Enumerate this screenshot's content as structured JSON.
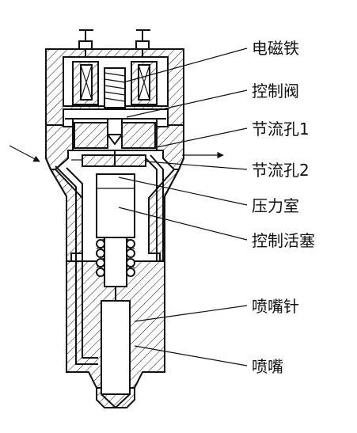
{
  "labels": {
    "electromagnet": "电磁铁",
    "control_valve": "控制阀",
    "orifice_1": "节流孔1",
    "orifice_2": "节流孔2",
    "pressure_chamber": "压力室",
    "control_piston": "控制活塞",
    "nozzle_needle": "喷嘴针",
    "nozzle": "喷嘴"
  },
  "colors": {
    "line": "#111111",
    "background": "#ffffff"
  },
  "icons": {
    "input_arrow": "arrow-right-down-icon",
    "output_arrow": "arrow-right-icon"
  }
}
